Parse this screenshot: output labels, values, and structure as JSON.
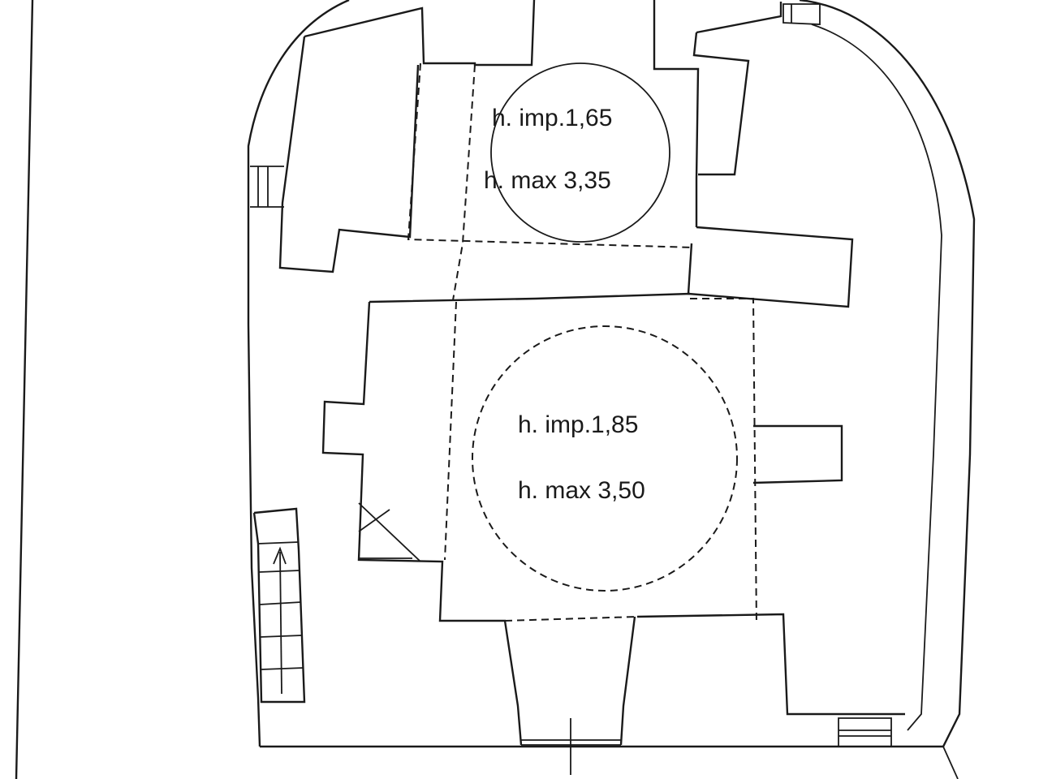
{
  "labels": {
    "upper_room": {
      "imp": "h. imp.1,65",
      "max": "h. max 3,35"
    },
    "lower_room": {
      "imp": "h. imp.1,85",
      "max": "h. max 3,50"
    }
  },
  "colors": {
    "line": "#1a1a1a",
    "background": "#ffffff"
  }
}
